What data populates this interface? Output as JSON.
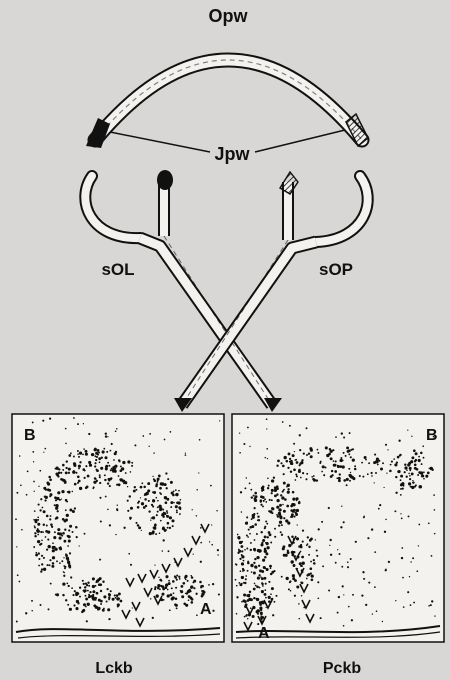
{
  "labels": {
    "top_arc": "Opw",
    "junction": "Jpw",
    "left_branch": "sOL",
    "right_branch": "sOP",
    "left_panel_top": "B",
    "left_panel_bottom": "A",
    "right_panel_top": "B",
    "right_panel_bottom": "A",
    "left_caption": "Lckb",
    "right_caption": "Pckb"
  },
  "colors": {
    "background": "#d9d7d5",
    "panel_fill": "#f3f2ef",
    "ink": "#111111"
  }
}
